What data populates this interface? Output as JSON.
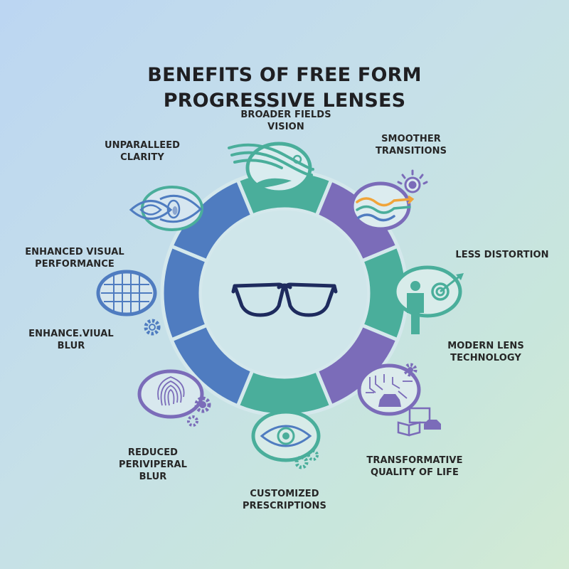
{
  "title": {
    "line1": "BENEFITS OF FREE FORM",
    "line2": "PROGRESSIVE LENSES"
  },
  "center": {
    "icon": "eyeglasses-icon",
    "color": "#1e2b5e"
  },
  "colors": {
    "green": "#4aae9b",
    "purple": "#7b6cb9",
    "blue": "#4f7cc0",
    "orange": "#f0a43a",
    "ring_inner": "#cfe6ea"
  },
  "benefits": [
    {
      "id": "broader-fields-vision",
      "line1": "BROADER FIELDS",
      "line2": "VISION",
      "icon": "wave-fish-icon",
      "color": "#4aae9b"
    },
    {
      "id": "smoother-transitions",
      "line1": "SMOOTHER",
      "line2": "TRANSITIONS",
      "icon": "wavy-arrows-sun-icon",
      "color": "#7b6cb9"
    },
    {
      "id": "less-distortion",
      "line1": "LESS DISTORTION",
      "icon": "person-target-icon",
      "color": "#4aae9b"
    },
    {
      "id": "modern-lens-technology",
      "line1": "MODERN LENS",
      "line2": "TECHNOLOGY",
      "icon": "circuit-car-icon",
      "color": "#7b6cb9"
    },
    {
      "id": "transformative-quality-of-life",
      "line1": "TRANSFORMATIVE",
      "line2": "QUALITY OF LIFE",
      "icon": "monitor-book-car-icon",
      "color": "#7b6cb9"
    },
    {
      "id": "customized-prescriptions",
      "line1": "CUSTOMIZED",
      "line2": "PRESCRIPTIONS",
      "icon": "eye-gears-icon",
      "color": "#4aae9b"
    },
    {
      "id": "reduced-periviperal-blur",
      "line1": "REDUCED",
      "line2": "PERIVIPERAL",
      "line3": "BLUR",
      "icon": "fingerprint-gears-icon",
      "color": "#7b6cb9"
    },
    {
      "id": "enhance-viual-blur",
      "line1": "ENHANCE.VIUAL",
      "line2": "BLUR",
      "icon": "gear-icon",
      "color": "#4f7cc0"
    },
    {
      "id": "enhanced-visual-performance",
      "line1": "ENHANCED VISUAL",
      "line2": "PERFORMANCE",
      "icon": "grid-lens-icon",
      "color": "#4f7cc0"
    },
    {
      "id": "unparalleed-clarity",
      "line1": "UNPARALLEED",
      "line2": "CLARITY",
      "icon": "eye-icon",
      "color": "#4f7cc0"
    }
  ]
}
